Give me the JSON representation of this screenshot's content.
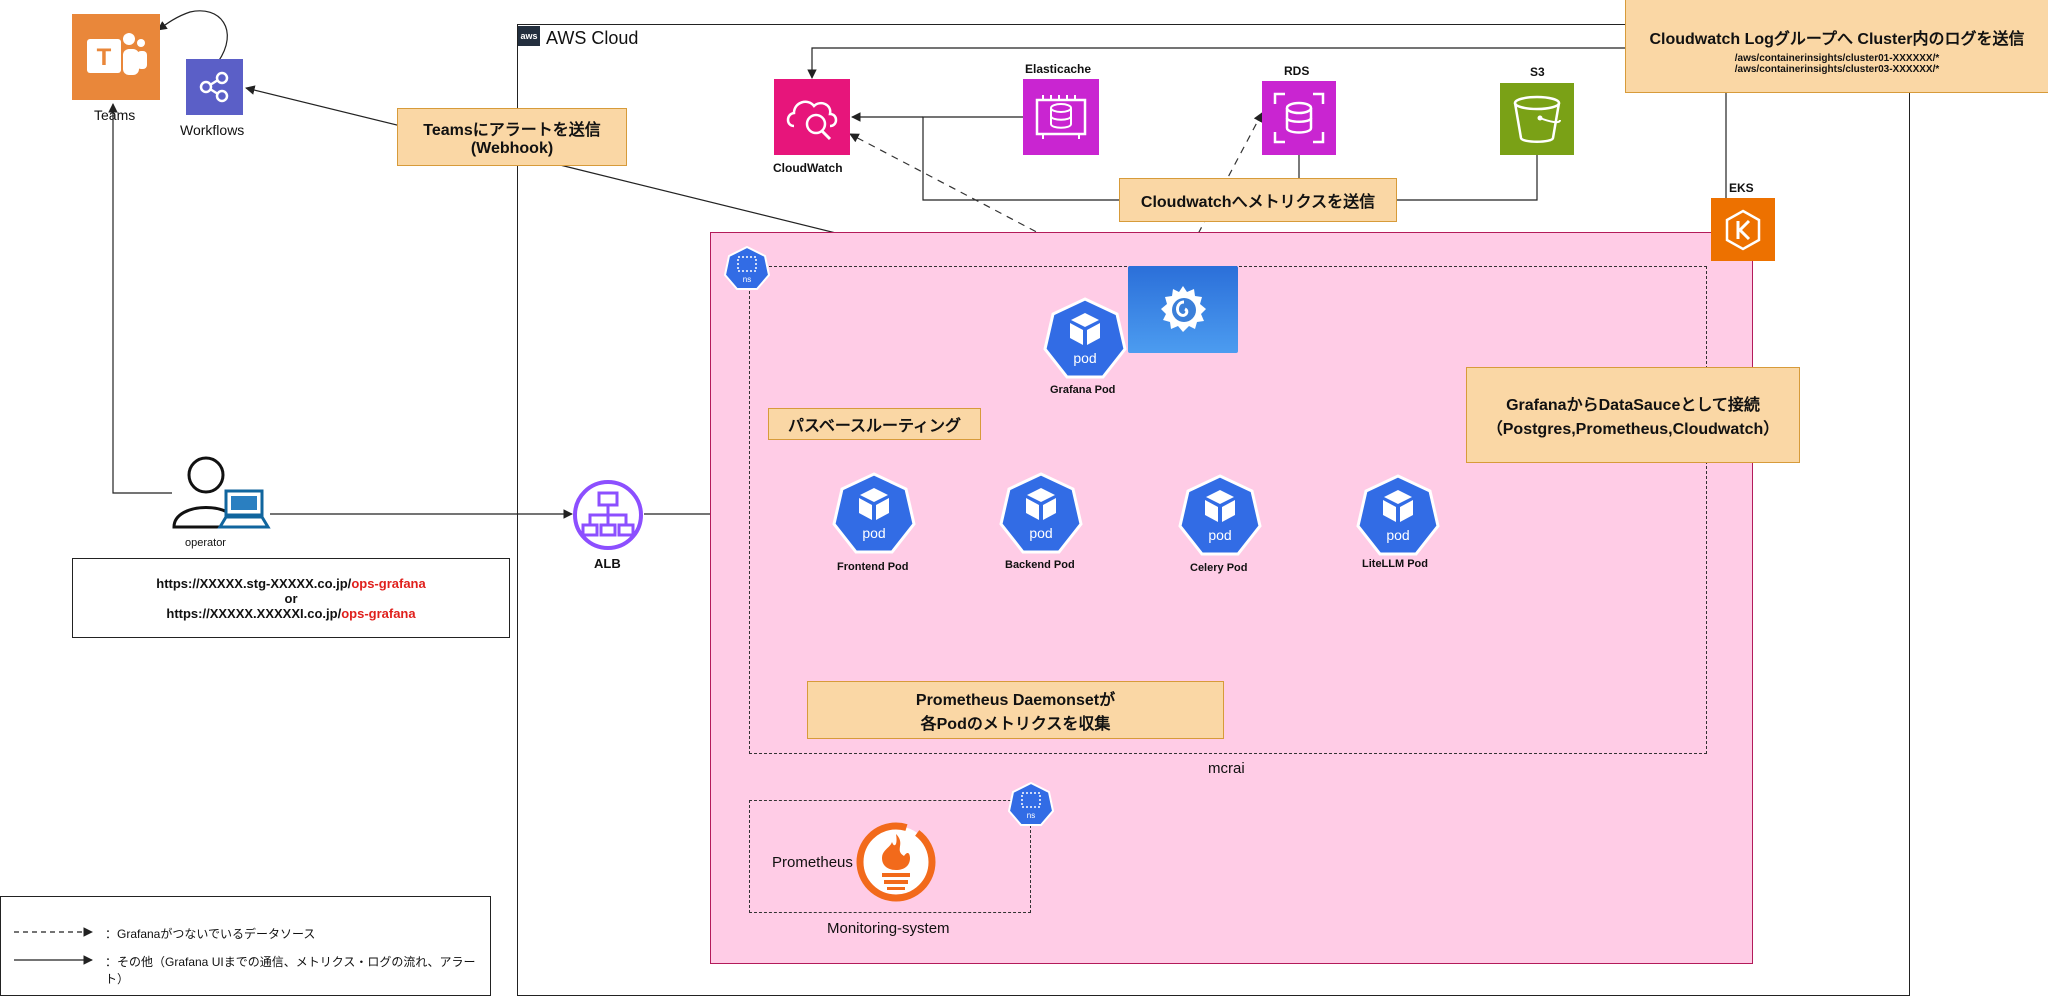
{
  "teams": {
    "label": "Teams"
  },
  "workflows": {
    "label": "Workflows"
  },
  "aws": {
    "title": "AWS Cloud",
    "logo_text": "aws"
  },
  "cloudwatch": {
    "label": "CloudWatch"
  },
  "elasticache": {
    "label": "Elasticache"
  },
  "rds": {
    "label": "RDS"
  },
  "s3": {
    "label": "S3"
  },
  "eks": {
    "label": "EKS"
  },
  "boxes": {
    "teams_alert": {
      "line1": "Teamsにアラートを送信",
      "line2": "(Webhook)"
    },
    "cw_logs": {
      "line1": "Cloudwatch Logグループへ Cluster内のログを送信",
      "line2": "/aws/containerinsights/cluster01-XXXXXX/*",
      "line3": "/aws/containerinsights/cluster03-XXXXXX/*"
    },
    "cw_metrics": {
      "line1": "Cloudwatchへメトリクスを送信"
    },
    "path_routing": {
      "line1": "パスベースルーティング"
    },
    "datasource": {
      "line1": "GrafanaからDataSauceとして接続",
      "line2": "（Postgres,Prometheus,Cloudwatch）"
    },
    "prometheus_ds": {
      "line1": "Prometheus Daemonsetが",
      "line2": "各Podのメトリクスを収集"
    }
  },
  "pods": {
    "grafana": {
      "label": "Grafana Pod",
      "icon_text": "pod"
    },
    "frontend": {
      "label": "Frontend Pod",
      "icon_text": "pod"
    },
    "backend": {
      "label": "Backend Pod",
      "icon_text": "pod"
    },
    "celery": {
      "label": "Celery Pod",
      "icon_text": "pod"
    },
    "litellm": {
      "label": "LiteLLM Pod",
      "icon_text": "pod"
    }
  },
  "ns": {
    "icon_text": "ns",
    "mcrai": "mcrai",
    "monitoring": "Monitoring-system"
  },
  "prometheus": {
    "label": "Prometheus"
  },
  "alb": {
    "label": "ALB"
  },
  "operator": {
    "label": "operator"
  },
  "urls": {
    "url1_prefix": "https://XXXXX.stg-XXXXX.co.jp/",
    "url1_path": "ops-grafana",
    "or": "or",
    "url2_prefix": "https://XXXXX.XXXXXI.co.jp/",
    "url2_path": "ops-grafana"
  },
  "legend": {
    "dashed": "：Grafanaがつないでいるデータソース",
    "solid": "：その他（Grafana UIまでの通信、メトリクス・ログの流れ、アラート）"
  },
  "colors": {
    "teams": "#e9873a",
    "workflows": "#5b5fc7",
    "cloudwatch": "#e7157b",
    "elasticache": "#c925d1",
    "s3": "#7aa116",
    "eks": "#ed7100",
    "pod": "#326ce5",
    "grafana": "#3b7fd9",
    "prometheus": "#f26a1b",
    "alb": "#8c4fff",
    "eks_area": "#ffcce6",
    "orange_box": "#fad7a5",
    "url_red": "#e0201c"
  }
}
